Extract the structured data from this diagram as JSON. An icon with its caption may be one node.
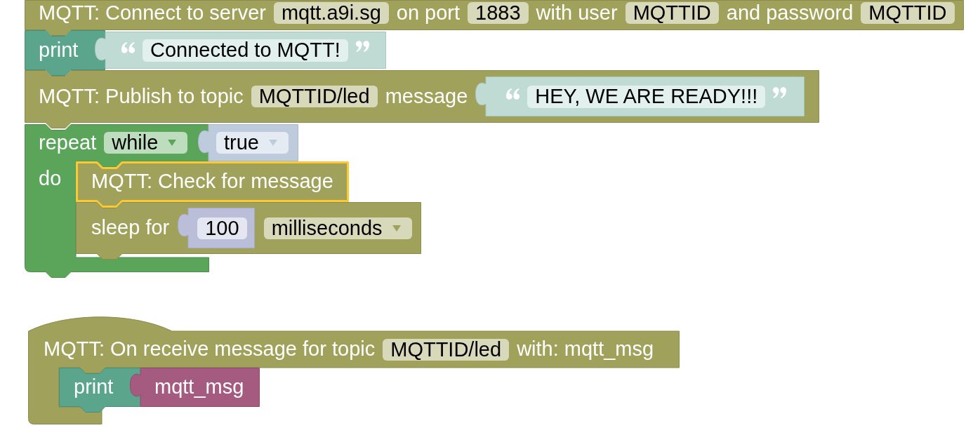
{
  "diagram": {
    "nodes": [
      {
        "text": [
          "MQTT: Connect to server",
          "on port",
          "with user",
          "and password"
        ]
      },
      {
        "text": [
          "mqtt.a9i.sg"
        ],
        "in": 0
      },
      {
        "text": [
          "1883"
        ],
        "in": 0
      },
      {
        "text": [
          "MQTTID"
        ],
        "in": 0
      },
      {
        "text": [
          "MQTTID"
        ],
        "in": 0
      },
      {
        "text": [
          "print"
        ]
      },
      {
        "text": [],
        "shape": "box"
      },
      {
        "text": [
          "Connected to MQTT!"
        ],
        "in": 6
      },
      {
        "text": [
          "MQTT: Publish to topic",
          "message"
        ]
      },
      {
        "text": [
          "MQTTID/led"
        ],
        "in": 8
      },
      {
        "text": [],
        "shape": "box",
        "in": 8
      },
      {
        "text": [
          "HEY, WE ARE READY!!!"
        ],
        "in": 10
      },
      {
        "text": [
          "repeat",
          "do"
        ]
      },
      {
        "text": [
          "while"
        ],
        "in": 12
      },
      {
        "text": [],
        "shape": "box"
      },
      {
        "text": [
          "true"
        ],
        "in": 14
      },
      {
        "text": [
          "MQTT: Check for message"
        ]
      },
      {
        "text": [
          "sleep for"
        ]
      },
      {
        "text": [],
        "shape": "box",
        "in": 17
      },
      {
        "text": [
          "100"
        ],
        "in": 18
      },
      {
        "text": [
          "milliseconds"
        ],
        "in": 17
      },
      {
        "text": [
          "MQTT: On receive message for topic",
          "with: mqtt_msg"
        ]
      },
      {
        "text": [
          "MQTTID/led"
        ],
        "in": 21
      },
      {
        "text": [
          "print"
        ],
        "in": 21
      },
      {
        "text": [
          "mqtt_msg"
        ],
        "in": 21
      }
    ]
  }
}
